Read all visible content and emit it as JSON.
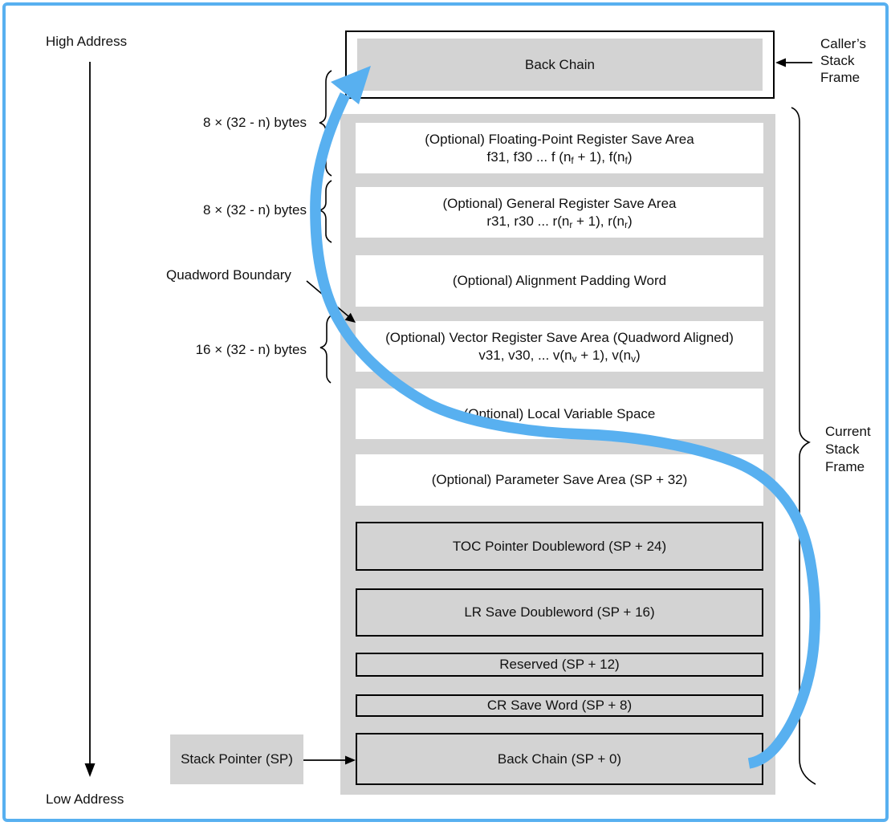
{
  "colors": {
    "accent_blue": "#58b0f0",
    "panel_gray": "#d3d3d3",
    "line_black": "#000000"
  },
  "labels": {
    "high_address": "High Address",
    "low_address": "Low Address",
    "quadword_boundary": "Quadword Boundary",
    "fp_size": "8 × (32 - n) bytes",
    "gr_size": "8 × (32 - n) bytes",
    "vector_size": "16 × (32 - n) bytes",
    "stack_pointer": "Stack Pointer (SP)",
    "caller_frame_lines": [
      "Caller’s",
      "Stack",
      "Frame"
    ],
    "current_frame_lines": [
      "Current",
      "Stack",
      "Frame"
    ]
  },
  "caller_box": {
    "label": "Back Chain"
  },
  "frame_boxes": [
    {
      "name": "fp-register-save-area",
      "style": "plain",
      "lines": [
        [
          {
            "t": "(Optional) Floating-Point Register Save Area"
          }
        ],
        [
          {
            "t": "f31, f30 ... f (n"
          },
          {
            "t": "f",
            "s": true
          },
          {
            "t": " + 1), f(n"
          },
          {
            "t": "f",
            "s": true
          },
          {
            "t": ")"
          }
        ]
      ]
    },
    {
      "name": "general-register-save-area",
      "style": "plain",
      "lines": [
        [
          {
            "t": "(Optional) General Register Save Area"
          }
        ],
        [
          {
            "t": "r31, r30 ... r(n"
          },
          {
            "t": "r",
            "s": true
          },
          {
            "t": " + 1), r(n"
          },
          {
            "t": "r",
            "s": true
          },
          {
            "t": ")"
          }
        ]
      ]
    },
    {
      "name": "alignment-padding-word",
      "style": "plain",
      "lines": [
        [
          {
            "t": "(Optional) Alignment Padding Word"
          }
        ]
      ]
    },
    {
      "name": "vector-register-save-area",
      "style": "plain",
      "lines": [
        [
          {
            "t": "(Optional) Vector Register Save Area (Quadword Aligned)"
          }
        ],
        [
          {
            "t": "v31, v30, ... v(n"
          },
          {
            "t": "v",
            "s": true
          },
          {
            "t": " + 1), v(n"
          },
          {
            "t": "v",
            "s": true
          },
          {
            "t": ")"
          }
        ]
      ]
    },
    {
      "name": "local-variable-space",
      "style": "plain",
      "lines": [
        [
          {
            "t": "(Optional) Local Variable Space"
          }
        ]
      ]
    },
    {
      "name": "parameter-save-area",
      "style": "plain",
      "lines": [
        [
          {
            "t": "(Optional) Parameter Save Area (SP + 32)"
          }
        ]
      ]
    },
    {
      "name": "toc-pointer-doubleword",
      "style": "outlined",
      "lines": [
        [
          {
            "t": "TOC Pointer Doubleword (SP + 24)"
          }
        ]
      ]
    },
    {
      "name": "lr-save-doubleword",
      "style": "outlined",
      "lines": [
        [
          {
            "t": "LR Save Doubleword (SP + 16)"
          }
        ]
      ]
    },
    {
      "name": "reserved",
      "style": "outlined",
      "lines": [
        [
          {
            "t": "Reserved (SP + 12)"
          }
        ]
      ]
    },
    {
      "name": "cr-save-word",
      "style": "outlined",
      "lines": [
        [
          {
            "t": "CR Save Word (SP + 8)"
          }
        ]
      ]
    },
    {
      "name": "back-chain-sp0",
      "style": "outlined",
      "lines": [
        [
          {
            "t": "Back Chain (SP + 0)"
          }
        ]
      ]
    }
  ]
}
